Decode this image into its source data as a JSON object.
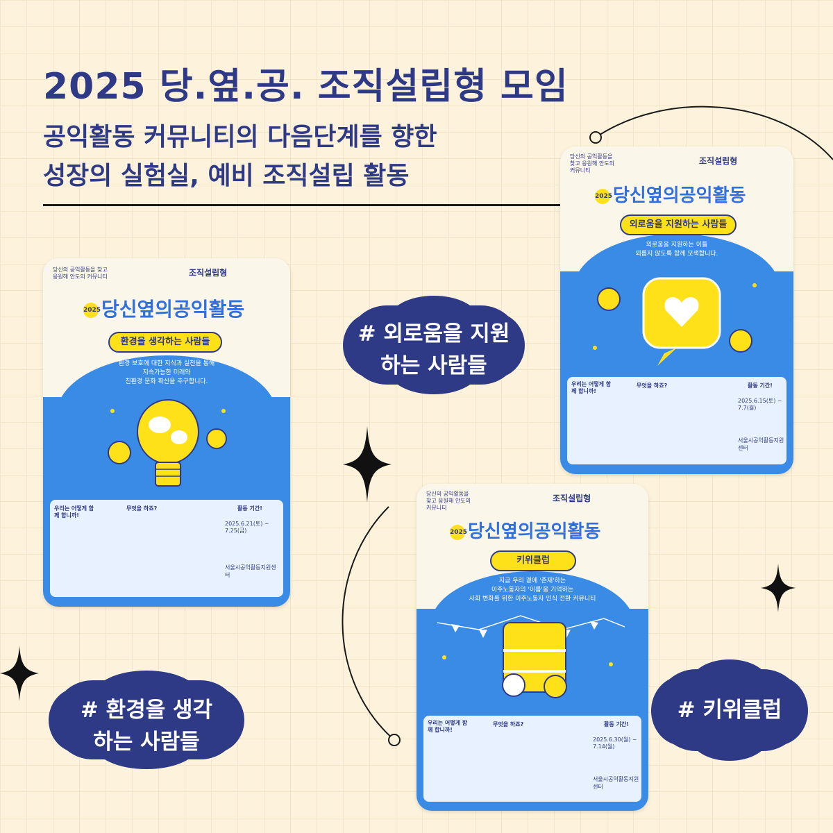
{
  "title": "2025 당.옆.공. 조직설립형 모임",
  "subtitle": {
    "line1": "공익활동 커뮤니티의 다음단계를 향한",
    "line2": "성장의 실험실, 예비 조직설립 활동"
  },
  "colors": {
    "navy": "#2f3a86",
    "blue": "#3a8be6",
    "yellow": "#ffe11a",
    "cream": "#fdf3dc"
  },
  "posters": [
    {
      "id": "environment",
      "brand": "조직설립형",
      "small": "당신의 공익활동을 찾고 응원해 안도의 커뮤니티",
      "heading": "당신옆의공익활동",
      "badge": "2025",
      "ribbon": "환경을 생각하는 사람들",
      "desc": [
        "환경 보호에 대한 지식과 실천을 통해",
        "지속가능한 미래와",
        "친환경 문화 확산을 추구합니다."
      ],
      "section1": "우리는 어떻게 함께 합니까!",
      "section2": "무엇을 하죠?",
      "section3": "활동 기간!",
      "period": "2025.6.21(토) ~ 7.25(금)",
      "footer": "서울시공익활동지원센터"
    },
    {
      "id": "loneliness",
      "brand": "조직설립형",
      "small": "당신의 공익활동을 찾고 응원해 안도의 커뮤니티",
      "heading": "당신옆의공익활동",
      "badge": "2025",
      "ribbon": "외로움을 지원하는 사람들",
      "desc": [
        "외로움을 지원하는 이들",
        "외롭지 않도록 함께 모색합니다."
      ],
      "section1": "우리는 어떻게 함께 합니까!",
      "section2": "무엇을 하죠?",
      "section3": "활동 기간!",
      "period": "2025.6.15(토) ~ 7.7(월)",
      "footer": "서울시공익활동지원센터"
    },
    {
      "id": "kiwi",
      "brand": "조직설립형",
      "small": "당신의 공익활동을 찾고 응원해 안도의 커뮤니티",
      "heading": "당신옆의공익활동",
      "badge": "2025",
      "ribbon": "키위클럽",
      "desc": [
        "지금 우리 곁에 '존재'하는",
        "이주노동자의 '이름'을 기억하는",
        "사회 변화를 위한 이주노동자 인식 전환 커뮤니티"
      ],
      "section1": "우리는 어떻게 함께 합니까!",
      "section2": "무엇을 하죠?",
      "section3": "활동 기간!",
      "period": "2025.6.30(월) ~ 7.14(월)",
      "footer": "서울시공익활동지원센터"
    }
  ],
  "bubbles": {
    "loneliness": {
      "line1": "# 외로움을 지원",
      "line2": "하는 사람들"
    },
    "environment": {
      "line1": "# 환경을 생각",
      "line2": "하는 사람들"
    },
    "kiwi": {
      "line1": "# 키위클럽"
    }
  }
}
